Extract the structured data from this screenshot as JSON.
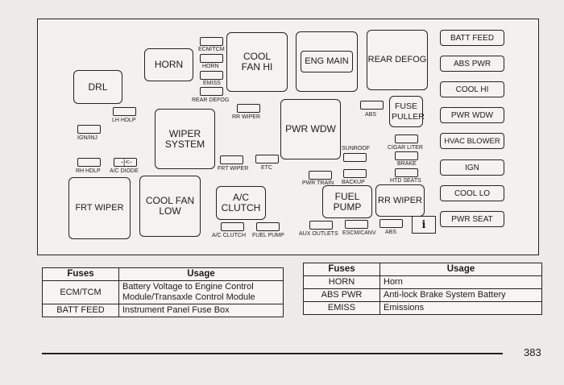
{
  "diagram": {
    "blocks": {
      "drl": "DRL",
      "horn": "HORN",
      "cool_fan_hi": "COOL FAN HI",
      "eng_main": "ENG MAIN",
      "rear_defog": "REAR DEFOG",
      "wiper_system": "WIPER SYSTEM",
      "pwr_wdw": "PWR WDW",
      "fuse_puller": "FUSE PULLER",
      "frt_wiper": "FRT WIPER",
      "cool_fan_low": "COOL FAN LOW",
      "ac_clutch": "A/C CLUTCH",
      "fuel_pump": "FUEL PUMP",
      "rr_wiper": "RR WIPER"
    },
    "labels": {
      "ecm_tcm": "ECM/TCM",
      "horn_small": "HORN",
      "emiss": "EMISS",
      "rear_defog_small": "REAR DEFOG",
      "lh_hdlp": "LH HDLP",
      "rr_wiper_small": "RR WIPER",
      "abs_small": "ABS",
      "ign_inj": "IGN/INJ",
      "sunroof": "SUNROOF",
      "cigar_liter": "CIGAR LITER",
      "brake": "BRAKE",
      "rh_hdlp": "RH HDLP",
      "ac_diode": "A/C DIODE",
      "frt_wiper_small": "FRT WIPER",
      "etc": "ETC",
      "pwr_train": "PWR TRAIN",
      "backup": "BACKUP",
      "htd_seats": "HTD SEATS",
      "ac_clutch_small": "A/C CLUTCH",
      "fuel_pump_small": "FUEL PUMP",
      "aux_outlets": "AUX OUTLETS",
      "escm_canv": "ESCM/CANV",
      "abs_bottom": "ABS"
    },
    "relays": [
      "BATT FEED",
      "ABS PWR",
      "COOL HI",
      "PWR WDW",
      "HVAC BLOWER",
      "IGN",
      "COOL LO",
      "PWR SEAT"
    ]
  },
  "left_table": {
    "headers": [
      "Fuses",
      "Usage"
    ],
    "rows": [
      {
        "fuse": "ECM/TCM",
        "usage_line1": "Battery Voltage to Engine Control",
        "usage_line2": "Module/Transaxle Control Module"
      },
      {
        "fuse": "BATT FEED",
        "usage_line1": "Instrument Panel Fuse Box"
      }
    ]
  },
  "right_table": {
    "headers": [
      "Fuses",
      "Usage"
    ],
    "rows": [
      {
        "fuse": "HORN",
        "usage": "Horn"
      },
      {
        "fuse": "ABS PWR",
        "usage": "Anti-lock Brake System Battery"
      },
      {
        "fuse": "EMISS",
        "usage": "Emissions"
      }
    ]
  },
  "page_number": "383"
}
